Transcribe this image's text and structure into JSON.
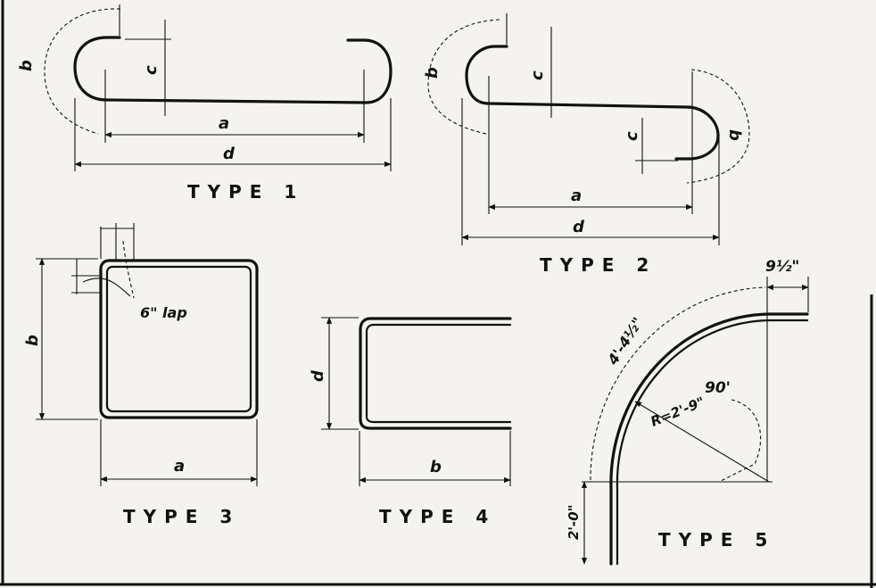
{
  "diagrams": {
    "type1": {
      "title": "TYPE 1",
      "labels": {
        "a": "a",
        "b": "b",
        "c": "c",
        "d": "d"
      }
    },
    "type2": {
      "title": "TYPE 2",
      "labels": {
        "a": "a",
        "b": "b",
        "c": "c",
        "d": "d"
      }
    },
    "type3": {
      "title": "TYPE 3",
      "labels": {
        "a": "a",
        "b": "b",
        "lap": "6\" lap"
      }
    },
    "type4": {
      "title": "TYPE 4",
      "labels": {
        "b": "b",
        "d": "d"
      }
    },
    "type5": {
      "title": "TYPE 5",
      "labels": {
        "arc_length": "4'-4½\"",
        "extension": "9½\"",
        "angle": "90'",
        "radius": "R=2'-9\"",
        "leg": "2'-0\""
      }
    }
  }
}
